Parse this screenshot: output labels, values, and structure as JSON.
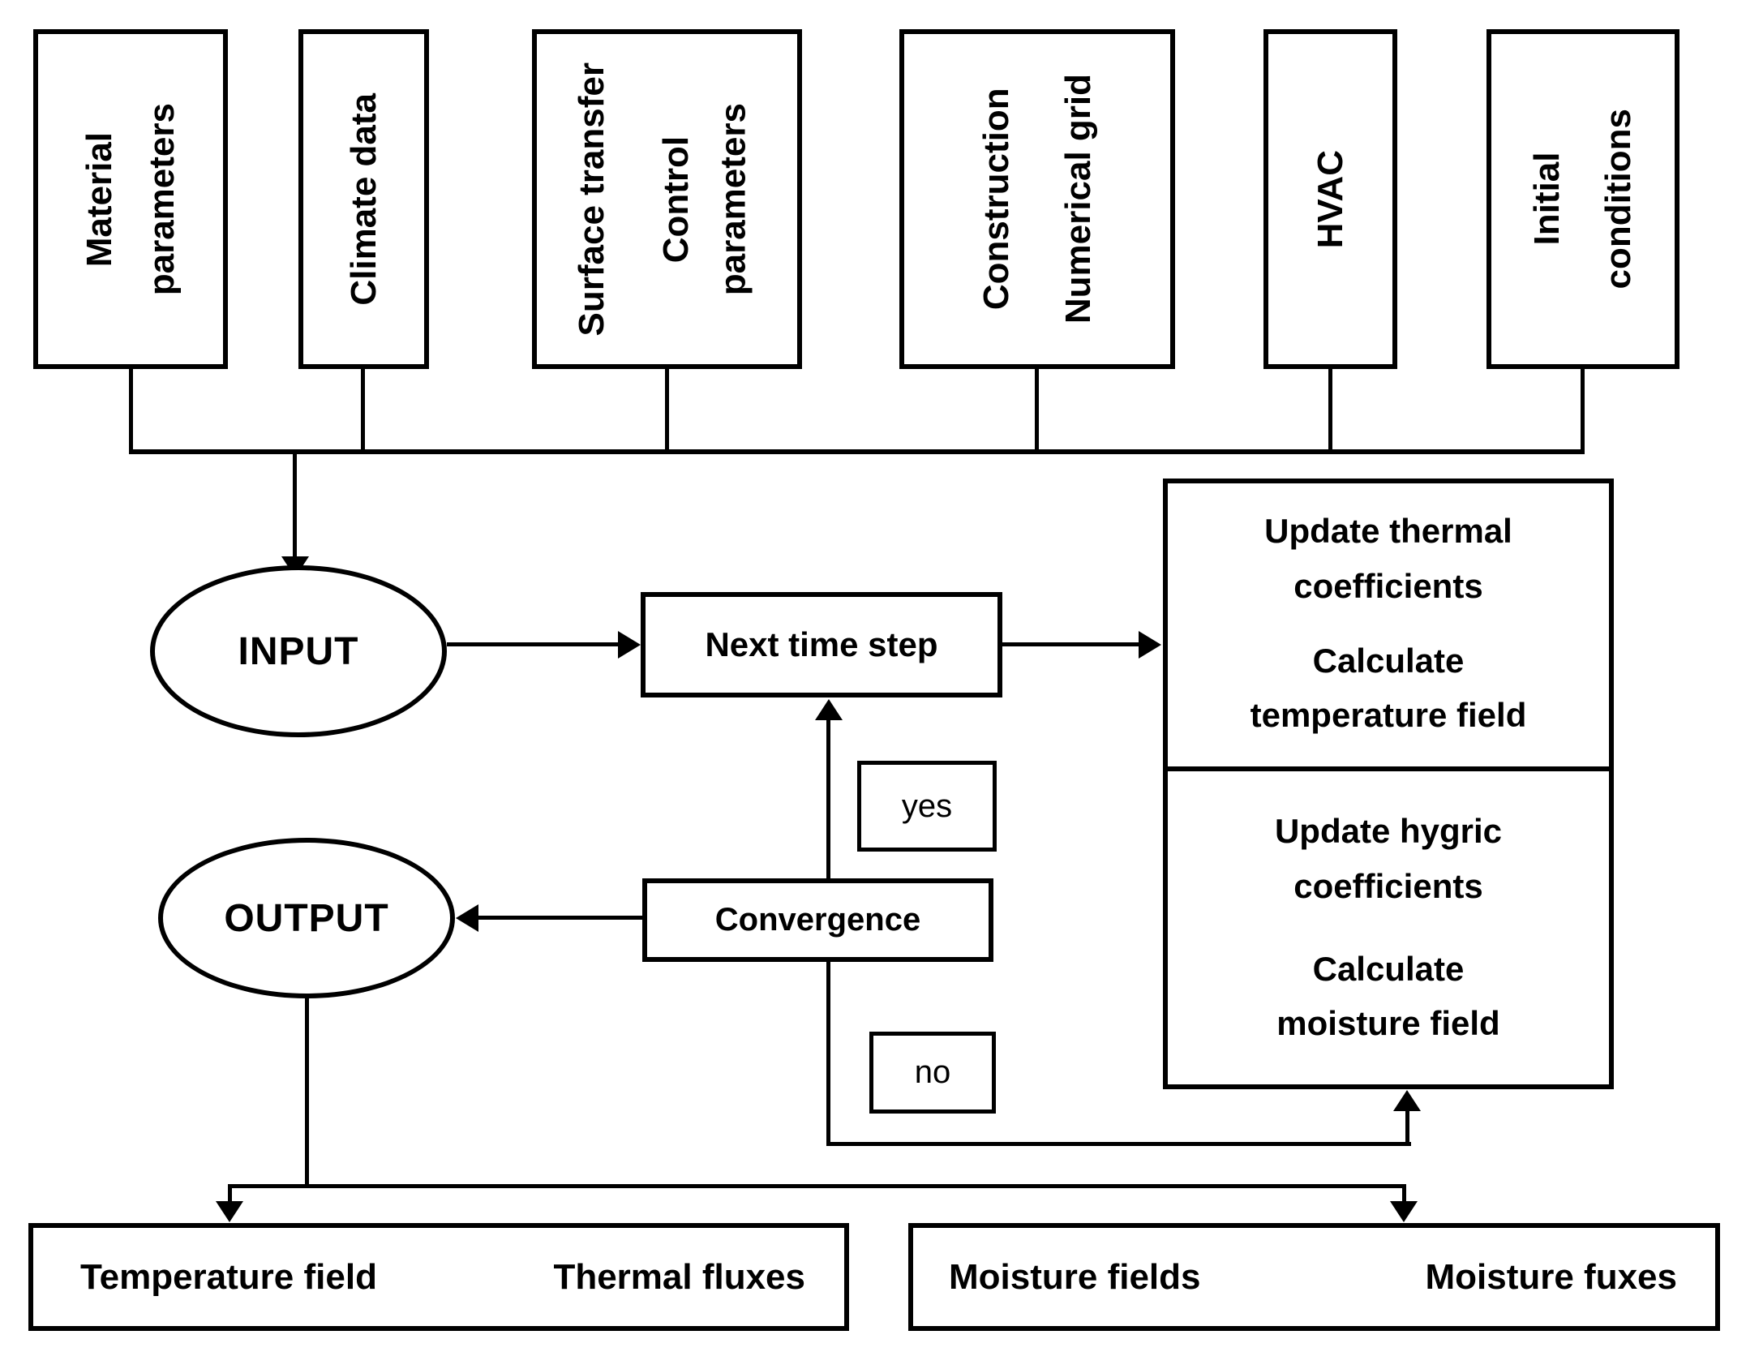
{
  "top_inputs": {
    "material": "Material\nparameters",
    "climate": "Climate data",
    "surface": "Surface transfer",
    "control": "Control\nparameters",
    "construction": "Construction\nNumerical grid",
    "hvac": "HVAC",
    "initial": "Initial\nconditions"
  },
  "nodes": {
    "input": "INPUT",
    "output": "OUTPUT",
    "next_time_step": "Next time step",
    "convergence": "Convergence",
    "yes": "yes",
    "no": "no",
    "thermal_update": "Update thermal\ncoefficients",
    "thermal_calc": "Calculate\ntemperature field",
    "hygric_update": "Update hygric\ncoefficients",
    "hygric_calc": "Calculate\nmoisture field"
  },
  "results": {
    "temperature_field": "Temperature field",
    "thermal_fluxes": "Thermal fluxes",
    "moisture_fields": "Moisture fields",
    "moisture_fluxes": "Moisture fuxes"
  },
  "colors": {
    "line": "#000000",
    "background": "#ffffff"
  }
}
